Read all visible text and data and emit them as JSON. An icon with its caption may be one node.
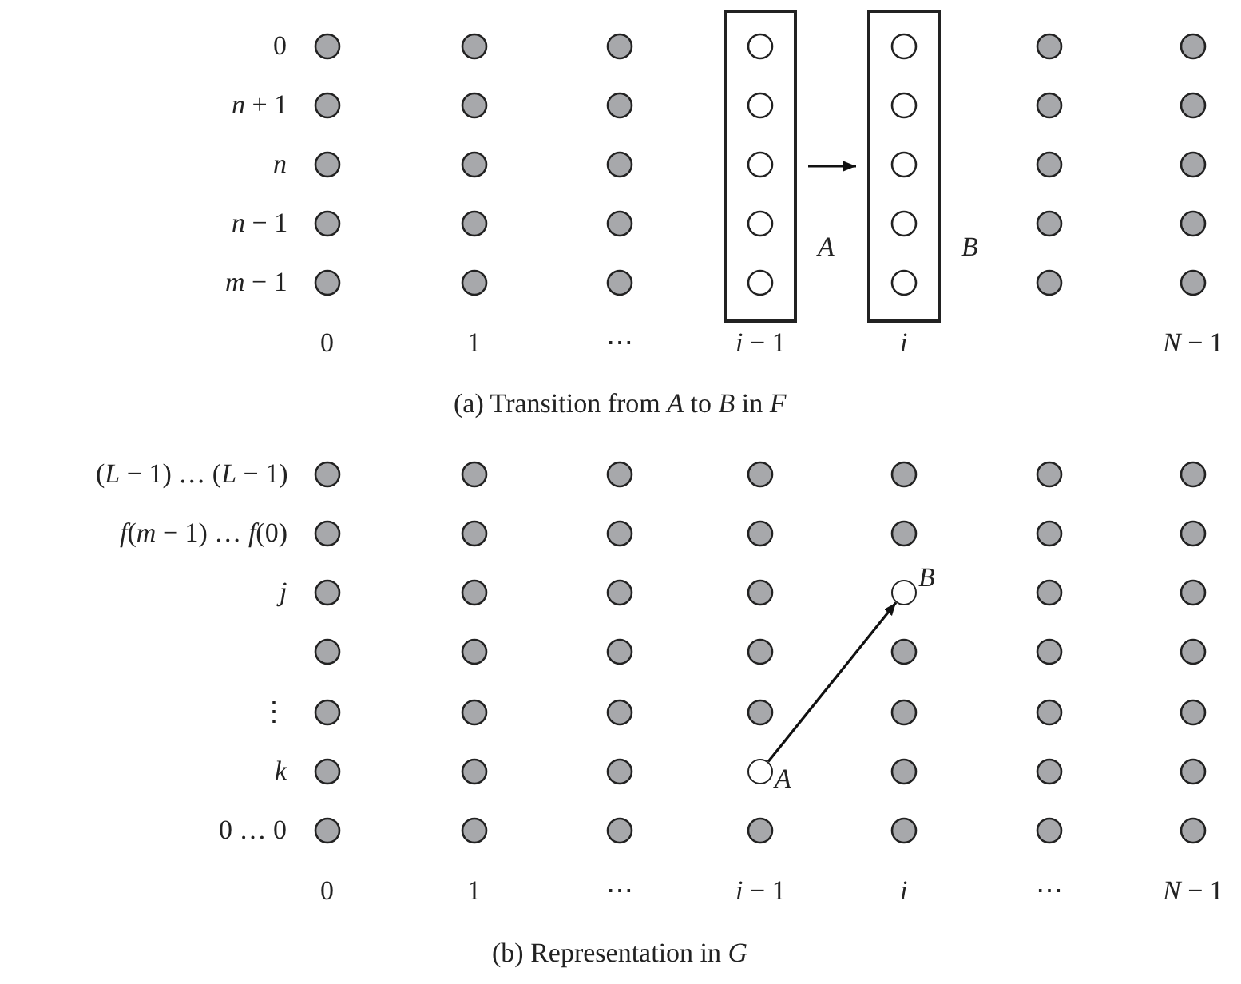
{
  "diagram": {
    "nodes": [
      {
        "text": [],
        "shape": "box",
        "beside": [
          "A"
        ]
      },
      {
        "text": [],
        "shape": "box",
        "beside": [
          "B"
        ]
      },
      {
        "text": [],
        "shape": "circle",
        "beside": [
          "A"
        ]
      },
      {
        "text": [],
        "shape": "circle",
        "beside": [
          "B"
        ]
      }
    ],
    "edges": [
      {
        "from": 0,
        "to": 1,
        "arrow": "to"
      },
      {
        "from": 2,
        "to": 3,
        "arrow": "to"
      }
    ],
    "labels": [
      "0",
      "*n* + 1",
      "n",
      "*n* − 1",
      "*m* − 1",
      "0",
      "1",
      "⋯",
      "*i* − 1",
      "i",
      "*N* − 1",
      "(a) Transition from *A* to *B* in *F*",
      "(*L* − 1) … (*L* − 1)",
      "*f*(*m* − 1) … *f*(0)",
      "j",
      "⋮",
      "k",
      "0 … 0",
      "0",
      "1",
      "⋯",
      "*i* − 1",
      "i",
      "⋯",
      "*N* − 1",
      "(b) Representation in *G*"
    ]
  }
}
